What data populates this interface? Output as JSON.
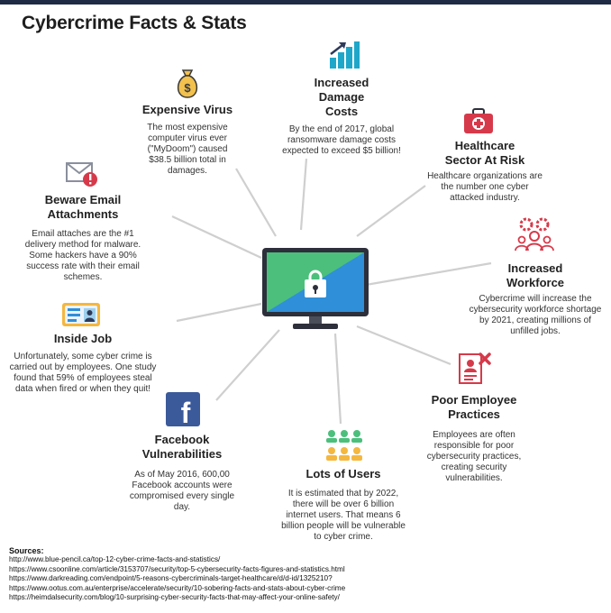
{
  "title": "Cybercrime Facts & Stats",
  "colors": {
    "topbar": "#1f2a44",
    "spoke": "#cfcfcf",
    "monitor_green": "#4cbf7c",
    "monitor_blue": "#2f8fd8",
    "accent_red": "#d63a4a",
    "accent_teal": "#1fa7c9"
  },
  "items": {
    "expensive_virus": {
      "title": "Expensive Virus",
      "text": "The most expensive computer virus ever (\"MyDoom\") caused $38.5 billion total in damages.",
      "icon": "money-bag-icon"
    },
    "damage_costs": {
      "title": "Increased Damage Costs",
      "text": "By the end of 2017, global ransomware damage costs expected to exceed $5 billion!",
      "icon": "bar-chart-icon"
    },
    "healthcare": {
      "title": "Healthcare Sector At Risk",
      "text": "Healthcare organizations are the number one cyber attacked industry.",
      "icon": "medical-kit-icon"
    },
    "email": {
      "title": "Beware Email Attachments",
      "text": "Email attaches are the #1 delivery method for malware. Some hackers have a 90% success rate with their email schemes.",
      "icon": "email-warning-icon"
    },
    "workforce": {
      "title": "Increased Workforce",
      "text": "Cybercrime will increase the cybersecurity workforce shortage by 2021, creating millions of unfilled jobs.",
      "icon": "workforce-gears-icon"
    },
    "inside_job": {
      "title": "Inside Job",
      "text": "Unfortunately, some cyber crime is carried out by employees. One study found that 59% of employees steal data when fired or when they quit!",
      "icon": "id-card-icon"
    },
    "poor_practices": {
      "title": "Poor Employee Practices",
      "text": "Employees are often responsible for poor cybersecurity practices, creating security vulnerabilities.",
      "icon": "document-error-icon"
    },
    "facebook": {
      "title": "Facebook Vulnerabilities",
      "text": "As of May 2016, 600,00 Facebook accounts were compromised every single day.",
      "icon": "facebook-icon",
      "glyph": "f"
    },
    "users": {
      "title": "Lots of Users",
      "text": "It is estimated that by 2022, there will be over 6 billion internet users. That means 6 billion people will be vulnerable to cyber crime.",
      "icon": "users-group-icon"
    }
  },
  "sources": {
    "label": "Sources:",
    "links": [
      "http://www.blue-pencil.ca/top-12-cyber-crime-facts-and-statistics/",
      "https://www.csoonline.com/article/3153707/security/top-5-cybersecurity-facts-figures-and-statistics.html",
      "https://www.darkreading.com/endpoint/5-reasons-cybercriminals-target-healthcare/d/d-id/1325210?",
      "https://www.ootus.com.au/enterprise/accelerate/security/10-sobering-facts-and-stats-about-cyber-crime",
      "https://heimdalsecurity.com/blog/10-surprising-cyber-security-facts-that-may-affect-your-online-safety/"
    ]
  }
}
